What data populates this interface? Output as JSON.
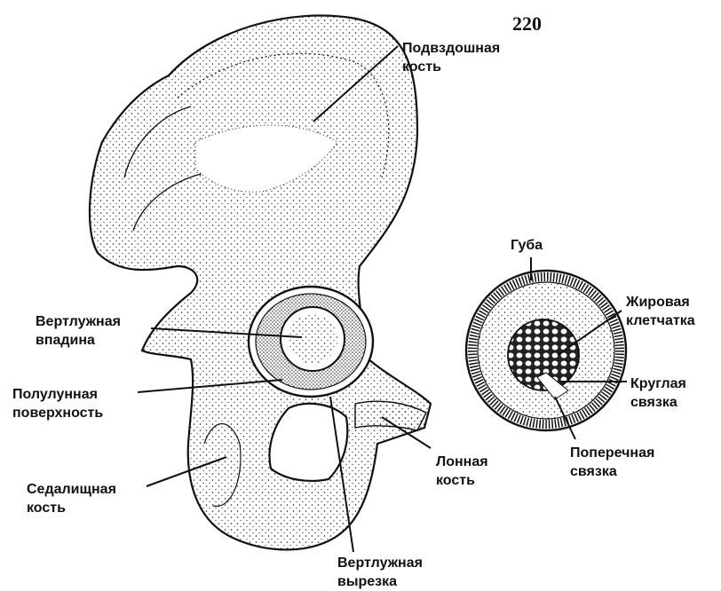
{
  "page_number": "220",
  "labels": {
    "ilium": "Подвздошная\nкость",
    "acetabulum": "Вертлужная\nвпадина",
    "lunate_surface": "Полулунная\nповерхность",
    "ischium": "Седалищная\nкость",
    "pubis": "Лонная\nкость",
    "acetabular_notch": "Вертлужная\nвырезка",
    "labrum": "Губа",
    "fat_tissue": "Жировая\nклетчатка",
    "round_ligament": "Круглая\nсвязка",
    "transverse_ligament": "Поперечная\nсвязка"
  },
  "colors": {
    "ink": "#111111",
    "paper": "#ffffff"
  }
}
